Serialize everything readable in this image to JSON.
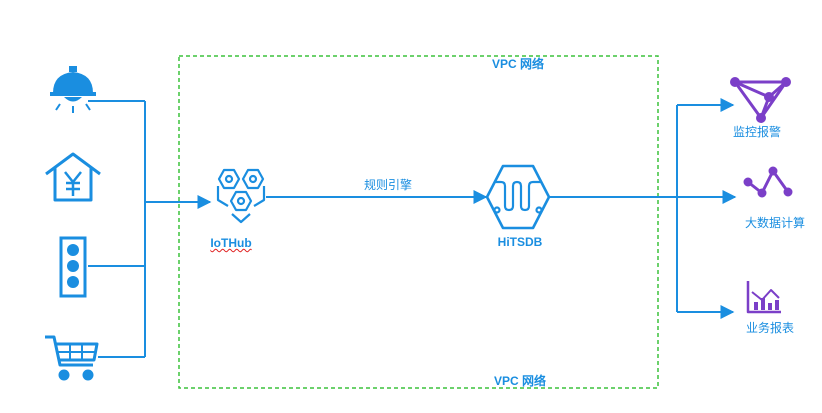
{
  "vpc": {
    "label_top": "VPC  网络",
    "label_bottom": "VPC  网络"
  },
  "edge": {
    "rule_engine": "规则引擎"
  },
  "nodes": {
    "iothub": "IoTHub",
    "hitsdb": "HiTSDB"
  },
  "devices": [
    "lamp-icon",
    "house-yuan-icon",
    "traffic-light-icon",
    "shopping-cart-icon"
  ],
  "outputs": [
    {
      "icon": "monitor-triangle-icon",
      "label": "监控报警"
    },
    {
      "icon": "line-chart-icon",
      "label": "大数据计算"
    },
    {
      "icon": "bar-chart-icon",
      "label": "业务报表"
    }
  ],
  "colors": {
    "line": "#1a8ee0",
    "vpc_border": "#3cc23c",
    "output_icon": "#7b3fc8"
  }
}
